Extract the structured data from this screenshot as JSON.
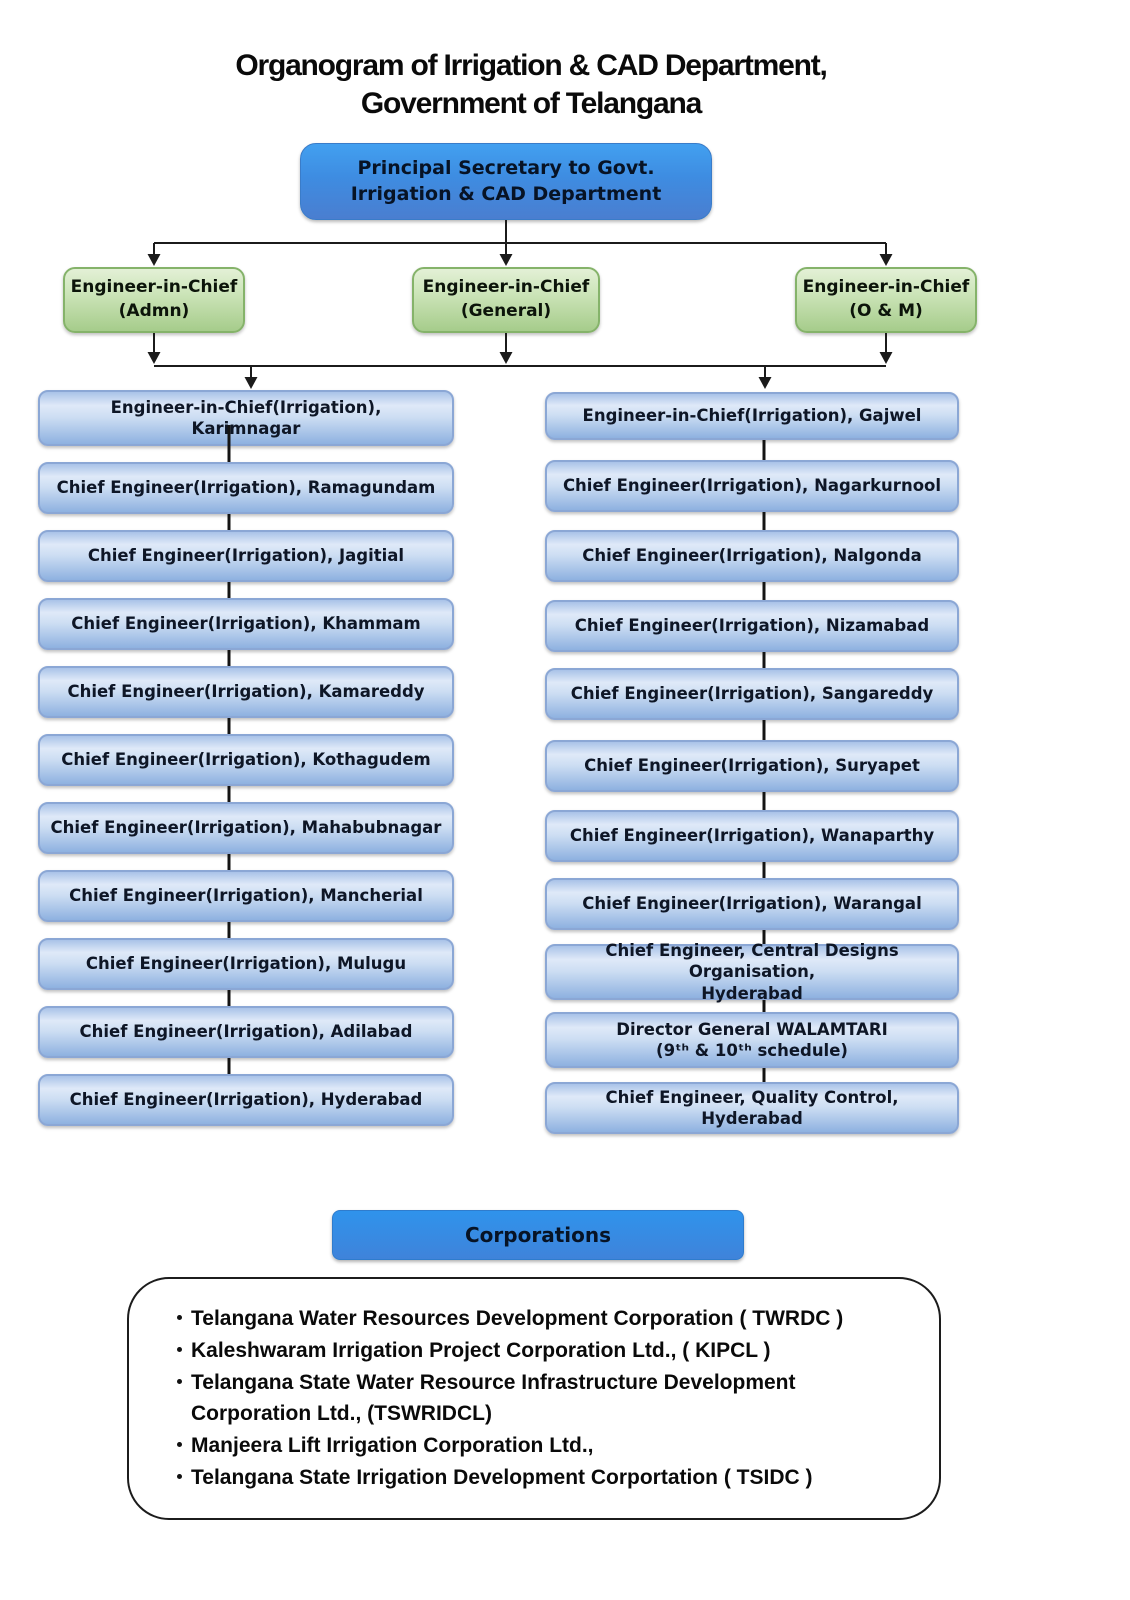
{
  "title": {
    "line1": "Organogram of Irrigation & CAD Department,",
    "line2": "Government of Telangana"
  },
  "root_box": {
    "label": "Principal Secretary to Govt.\nIrrigation & CAD Department"
  },
  "chief_boxes": [
    {
      "label": "Engineer-in-Chief\n(Admn)"
    },
    {
      "label": "Engineer-in-Chief\n(General)"
    },
    {
      "label": "Engineer-in-Chief\n(O & M)"
    }
  ],
  "left_column": [
    "Engineer-in-Chief(Irrigation),\nKarimnagar",
    "Chief Engineer(Irrigation), Ramagundam",
    "Chief Engineer(Irrigation), Jagitial",
    "Chief Engineer(Irrigation), Khammam",
    "Chief Engineer(Irrigation), Kamareddy",
    "Chief Engineer(Irrigation), Kothagudem",
    "Chief Engineer(Irrigation), Mahabubnagar",
    "Chief Engineer(Irrigation), Mancherial",
    "Chief Engineer(Irrigation), Mulugu",
    "Chief Engineer(Irrigation), Adilabad",
    "Chief Engineer(Irrigation), Hyderabad"
  ],
  "right_column": [
    "Engineer-in-Chief(Irrigation), Gajwel",
    "Chief Engineer(Irrigation), Nagarkurnool",
    "Chief Engineer(Irrigation), Nalgonda",
    "Chief Engineer(Irrigation), Nizamabad",
    "Chief Engineer(Irrigation), Sangareddy",
    "Chief Engineer(Irrigation), Suryapet",
    "Chief Engineer(Irrigation), Wanaparthy",
    "Chief Engineer(Irrigation), Warangal",
    "Chief Engineer, Central Designs Organisation,\nHyderabad",
    "Director General WALAMTARI\n(9ᵗʰ & 10ᵗʰ schedule)",
    "Chief Engineer, Quality Control, Hyderabad"
  ],
  "corporations": {
    "header": "Corporations",
    "items": [
      "Telangana Water Resources Development Corporation ( TWRDC )",
      "Kaleshwaram Irrigation Project Corporation Ltd., ( KIPCL )",
      "Telangana State Water Resource Infrastructure Development Corporation Ltd., (TSWRIDCL)",
      "Manjeera Lift Irrigation Corporation Ltd.,",
      "Telangana State Irrigation Development Corportation ( TSIDC )"
    ]
  },
  "colors": {
    "root_box_blue": "#3e8ce1",
    "green_box": "#a6cc8b",
    "green_border": "#85b36a",
    "node_blue_light": "#dfe9f8",
    "node_blue_dark": "#8eb1e0",
    "node_border": "#8ba7d5",
    "corporations_blue": "#3488e0",
    "connector_black": "#1b1b1b"
  }
}
